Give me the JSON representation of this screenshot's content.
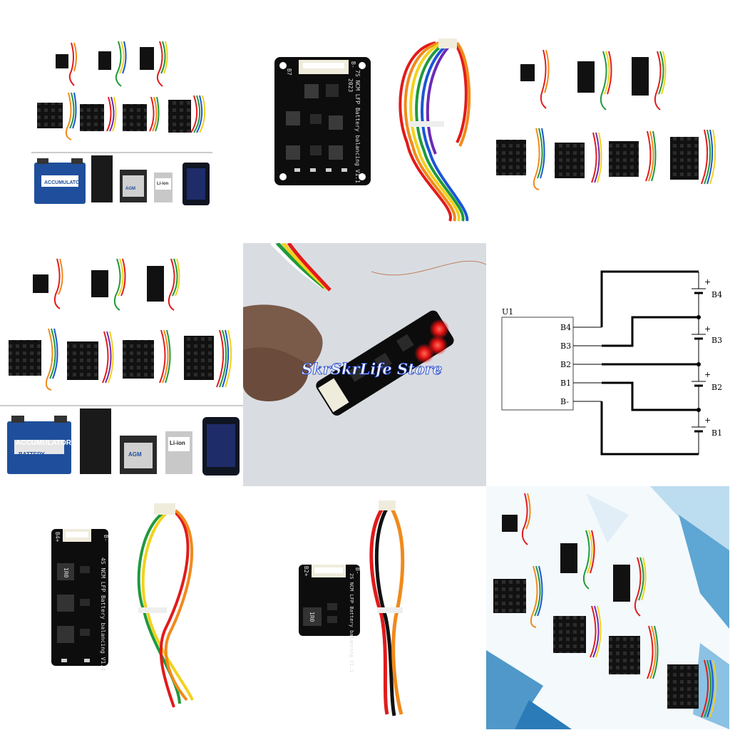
{
  "store_watermark": "SkrSkrLife Store",
  "board_top": {
    "title_text": "7S NCM LFP Battery balancing V1.1",
    "year_text": "2023",
    "left_pin": "B7",
    "right_pin": "B-"
  },
  "board_long": {
    "title_text": "4S NCM LFP Battery balancing V1.4",
    "left_pin": "B4+",
    "right_pin": "B-",
    "inductor_mark": "1R0"
  },
  "board_small": {
    "title_text": "2S NCM LFP Battery balancing V1.1",
    "left_pin": "B2+",
    "right_pin": "B-",
    "inductor_mark": "1R0"
  },
  "batteries": {
    "accumulator": "ACCUMULATOR",
    "battery": "BATTERY",
    "agm": "AGM",
    "liion": "Li-ion"
  },
  "schematic": {
    "component": "U1",
    "pins": [
      "B4",
      "B3",
      "B2",
      "B1",
      "B-"
    ],
    "cells": [
      "B4",
      "B3",
      "B2",
      "B1"
    ],
    "plus": "+"
  },
  "colors": {
    "pcb": "#0f0f0f",
    "wire_red": "#e11b1b",
    "wire_orange": "#f08a1c",
    "wire_yellow": "#f2d21c",
    "wire_green": "#1f9a3b",
    "wire_blue": "#1a55d6",
    "wire_purple": "#6c2bb5",
    "wire_gray": "#8a8a8a",
    "accumulator_blue": "#1f4f9c"
  }
}
